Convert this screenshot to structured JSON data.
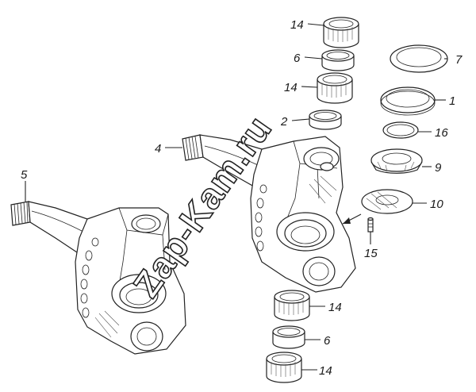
{
  "watermark": "Zap-Kam.ru",
  "callouts": [
    {
      "id": "14-top",
      "text": "14"
    },
    {
      "id": "6-top",
      "text": "6"
    },
    {
      "id": "14-mid",
      "text": "14"
    },
    {
      "id": "2",
      "text": "2"
    },
    {
      "id": "4",
      "text": "4"
    },
    {
      "id": "5",
      "text": "5"
    },
    {
      "id": "7",
      "text": "7"
    },
    {
      "id": "1",
      "text": "1"
    },
    {
      "id": "16",
      "text": "16"
    },
    {
      "id": "9",
      "text": "9"
    },
    {
      "id": "10",
      "text": "10"
    },
    {
      "id": "15",
      "text": "15"
    },
    {
      "id": "14-low",
      "text": "14"
    },
    {
      "id": "6-low",
      "text": "6"
    },
    {
      "id": "14-bottom",
      "text": "14"
    }
  ]
}
